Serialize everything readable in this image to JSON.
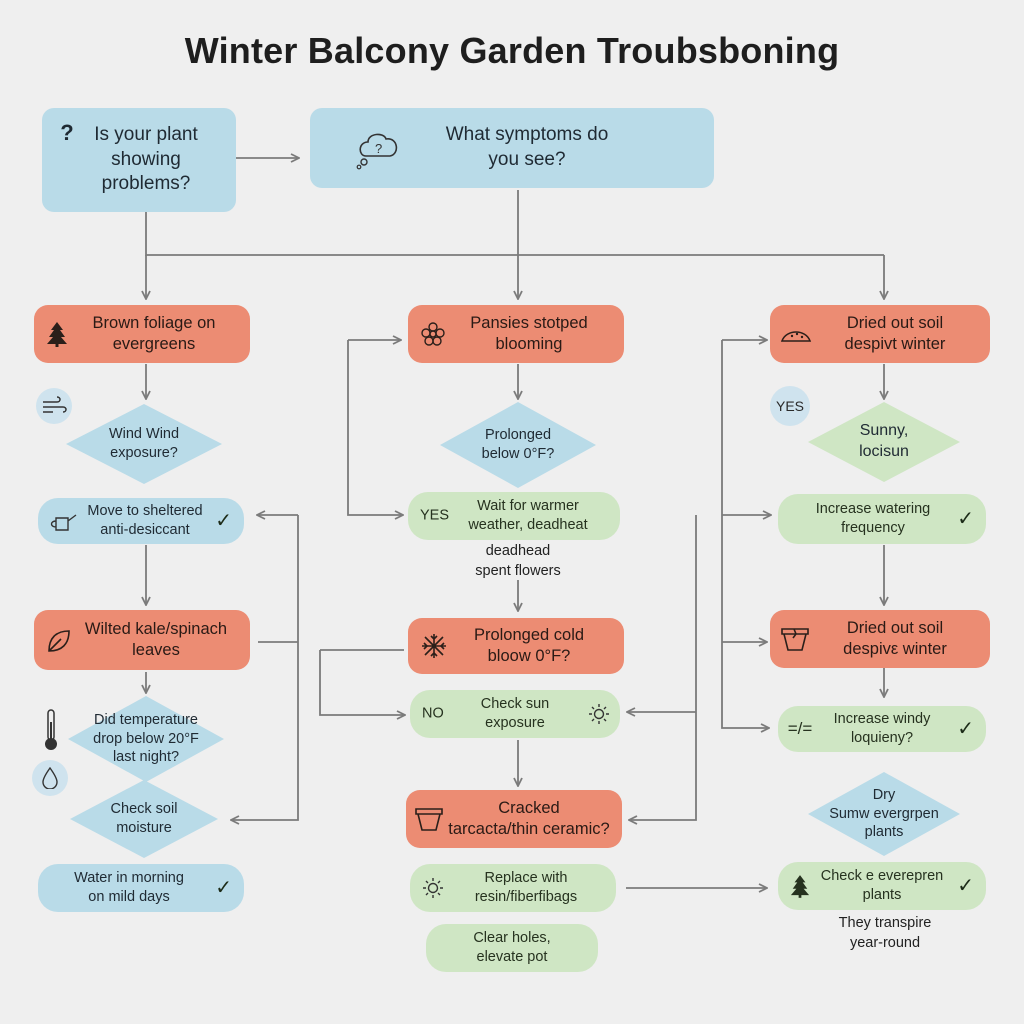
{
  "title": "Winter Balcony Garden Troubsboning",
  "nodes": {
    "start": "Is your plant\nshowing\nproblems?",
    "symptoms": "What symptoms do\nyou see?",
    "brown_foliage": "Brown foliage on\nevergreens",
    "wind_q": "Wind Wind\nexposure?",
    "move_sheltered": "Move to sheltered\nanti-desiccant",
    "wilted": "Wilted kale/spinach\nleaves",
    "temp_q": "Did temperature\ndrop below 20°F\nlast night?",
    "soil_q": "Check soil\nmoisture",
    "water_morning": "Water in morning\non mild days",
    "pansies": "Pansies stotped\nblooming",
    "prolonged_q": "Prolonged\nbelow 0°F?",
    "wait_warmer": "Wait for warmer\nweather, deadheat",
    "deadhead_note": "deadhead\nspent flowers",
    "prolonged_cold": "Prolonged cold\nbloow 0°F?",
    "check_sun": "Check sun\nexposure",
    "cracked": "Cracked\ntarcacta/thin ceramic?",
    "replace": "Replace with\nresin/fiberfibags",
    "clear_holes": "Clear holes,\nelevate pot",
    "dried1": "Dried out soil\ndespivt winter",
    "sunny_q": "Sunny,\nlocisun",
    "increase_water": "Increase watering\nfrequency",
    "dried2": "Dried out soil\ndespivε winter",
    "increase_windy": "Increase windy\nloquieny?",
    "dry_q": "Dry\nSumw evergrpen\nplants",
    "check_evergreen": "Check e everepren\nplants",
    "transpire_note": "They transpire\nyear-round"
  },
  "tags": {
    "yes_left": "YES",
    "yes_mid": "YES",
    "no_mid": "NO"
  },
  "icons": {
    "start": "question-mark-icon",
    "symptoms": "thought-bubble-icon",
    "brown_foliage": "pine-tree-icon",
    "wind_side": "wind-icon",
    "move_sheltered": "watering-can-icon",
    "wilted": "leaf-icon",
    "temp_side": "thermometer-icon",
    "drop_side": "water-drop-icon",
    "pansies": "flower-icon",
    "prolonged_cold": "snowflake-icon",
    "check_sun": "sun-icon",
    "cracked": "flower-pot-icon",
    "replace": "sun-icon",
    "dried1": "soil-mound-icon",
    "dried2": "broken-pot-icon",
    "increase_windy": "wind-ratio-icon",
    "check_evergreen": "pine-tree-icon",
    "checkmark": "checkmark-icon"
  },
  "colors": {
    "blue": "#b9dbe8",
    "red": "#ec8c73",
    "green": "#cfe6c4",
    "line": "#7b7b7b",
    "background": "#efefef"
  }
}
